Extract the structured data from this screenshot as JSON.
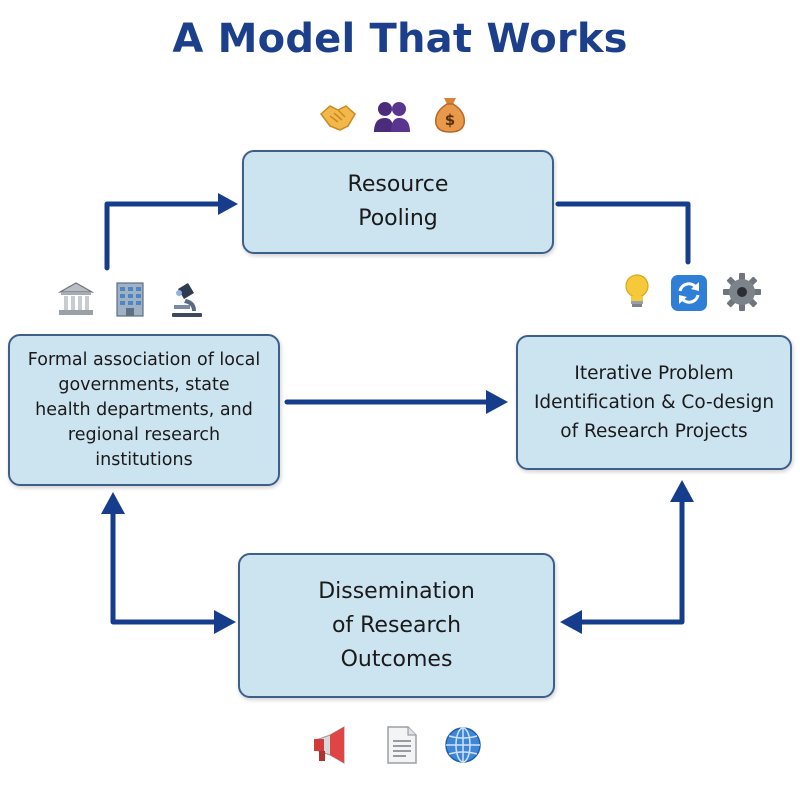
{
  "title": "A Model That Works",
  "nodes": {
    "resource_pooling": "Resource\nPooling",
    "formal_association": "Formal association of local\ngovernments, state\nhealth departments, and\nregional research\ninstitutions",
    "iterative": "Iterative Problem\nIdentification & Co-design\nof Research Projects",
    "dissemination": "Dissemination\nof Research\nOutcomes"
  },
  "icons": {
    "resource": [
      "handshake-icon",
      "people-icon",
      "money-bag-icon"
    ],
    "formal": [
      "government-building-icon",
      "office-building-icon",
      "microscope-icon"
    ],
    "iterative": [
      "lightbulb-icon",
      "refresh-cycle-icon",
      "gear-icon"
    ],
    "dissemination": [
      "megaphone-icon",
      "document-icon",
      "globe-icon"
    ]
  },
  "colors": {
    "title": "#1c3f8c",
    "arrow": "#163d8c",
    "box_fill": "#cce3f0",
    "box_border": "#3e5f8a"
  }
}
